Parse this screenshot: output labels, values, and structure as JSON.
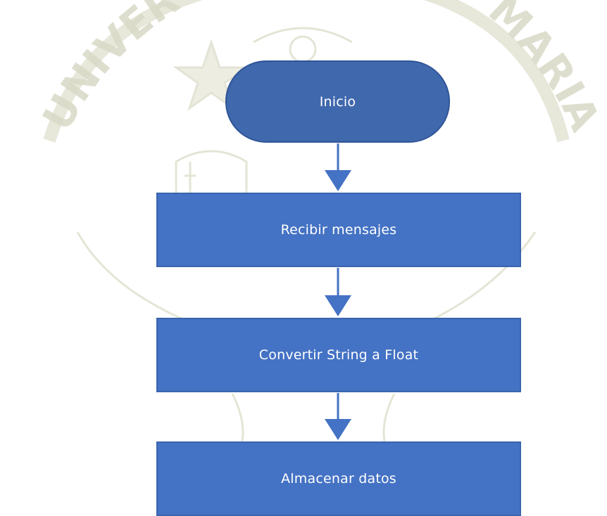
{
  "watermark": {
    "text_left": "UNIVERS",
    "text_right": "MARIA",
    "color": "#d6d6c2"
  },
  "flowchart": {
    "start_label": "Inicio",
    "steps": [
      {
        "label": "Recibir mensajes"
      },
      {
        "label": "Convertir String a Float"
      },
      {
        "label": "Almacenar datos"
      }
    ],
    "colors": {
      "terminator_fill": "#4068ad",
      "process_fill": "#4472c4",
      "arrow": "#4472c4",
      "text": "#ffffff"
    }
  }
}
